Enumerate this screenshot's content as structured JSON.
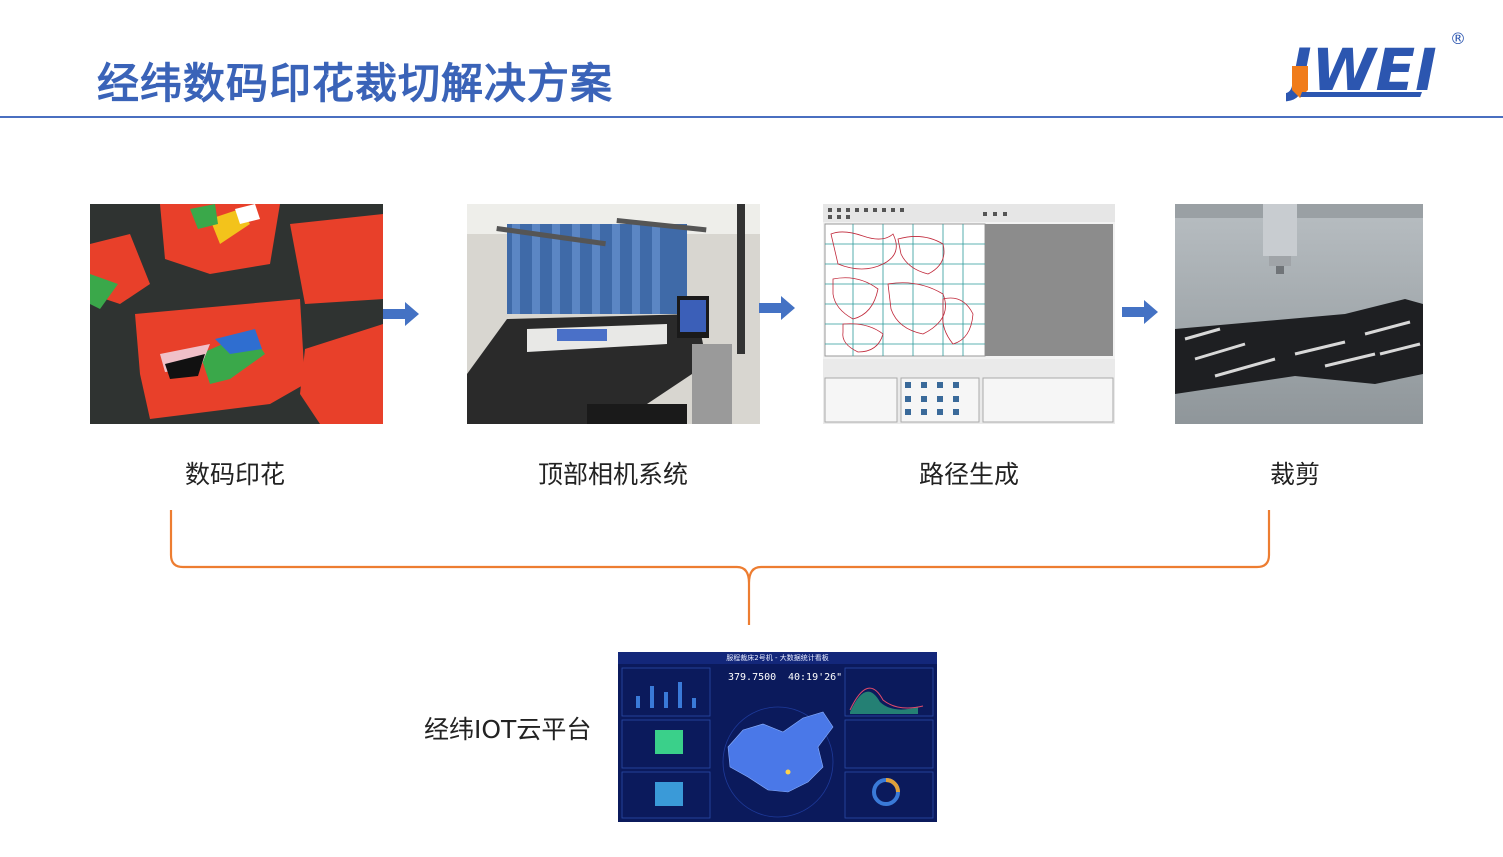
{
  "header": {
    "title": "经纬数码印花裁切解决方案",
    "logo_text": "JWEI",
    "logo_mark": "®"
  },
  "steps": [
    {
      "label": "数码印花",
      "image": "printed-fabric-pieces"
    },
    {
      "label": "顶部相机系统",
      "image": "top-camera-cutting-machine"
    },
    {
      "label": "路径生成",
      "image": "path-generation-software"
    },
    {
      "label": "裁剪",
      "image": "cutting-head-fabric"
    }
  ],
  "platform": {
    "label": "经纬IOT云平台",
    "dashboard": {
      "title": "服程裁床2号机 - 大数据统计看板",
      "value_left": "379.7500",
      "value_right": "40:19'26\""
    }
  },
  "colors": {
    "title": "#3a63b8",
    "arrow": "#4472c4",
    "brace": "#ed7d31",
    "logo_blue": "#2c56b0",
    "logo_orange": "#f07c1b"
  }
}
